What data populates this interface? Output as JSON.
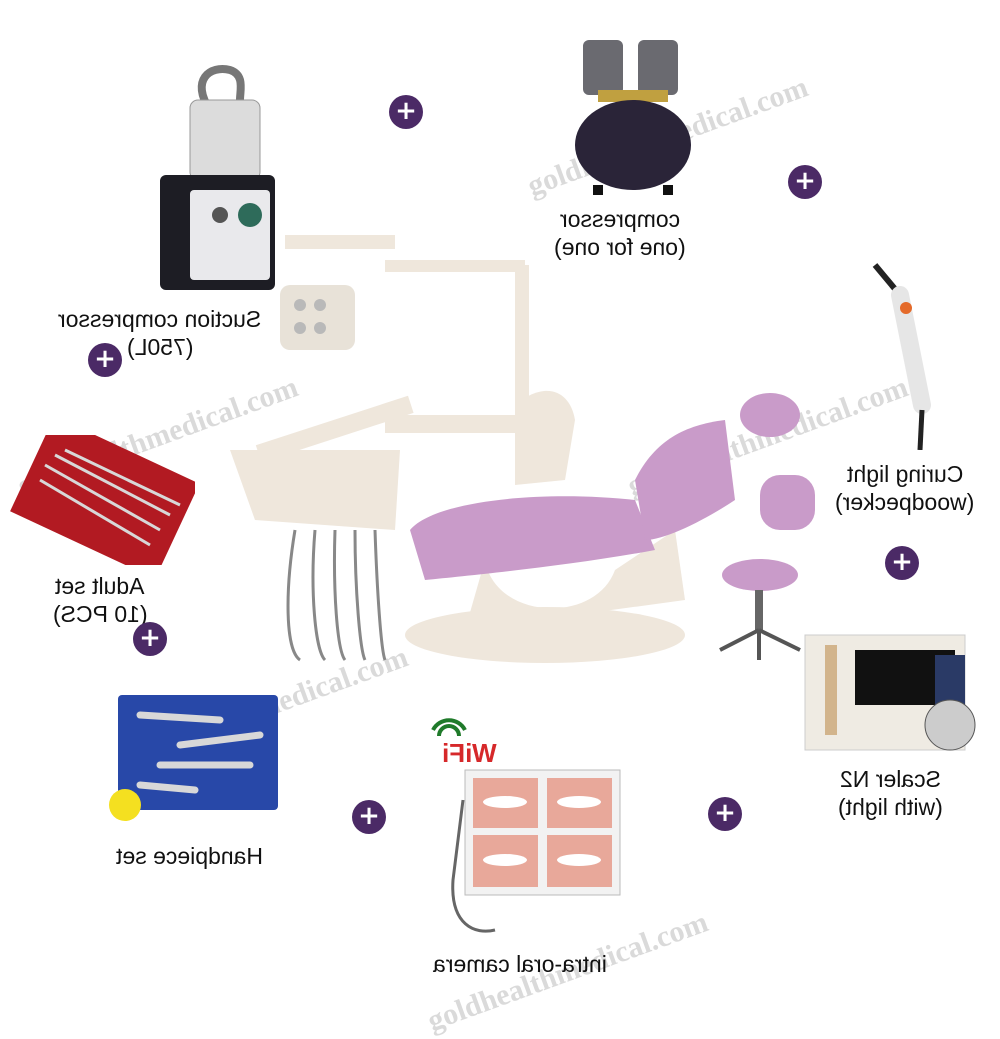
{
  "products": {
    "suction": {
      "line1": "Suction compressor",
      "line2": "(750L)"
    },
    "compressor": {
      "line1": "compressor",
      "line2": "(one for one)"
    },
    "curing": {
      "line1": "Curing light",
      "line2": "(woodpecker)"
    },
    "adult": {
      "line1": "Adult set",
      "line2": "(10 PCS)"
    },
    "scaler": {
      "line1": "Scaler N2",
      "line2": "(with light)"
    },
    "handpiece": {
      "line1": "Handpiece set"
    },
    "camera": {
      "line1": "intra-oral camera",
      "wifi": "WiFi"
    }
  },
  "plus_symbol": "+",
  "watermark": "goldhealthmedical.com",
  "colors": {
    "plus_bg": "#4b2a66",
    "chair": "#c99bc9",
    "base": "#efe7dc"
  }
}
